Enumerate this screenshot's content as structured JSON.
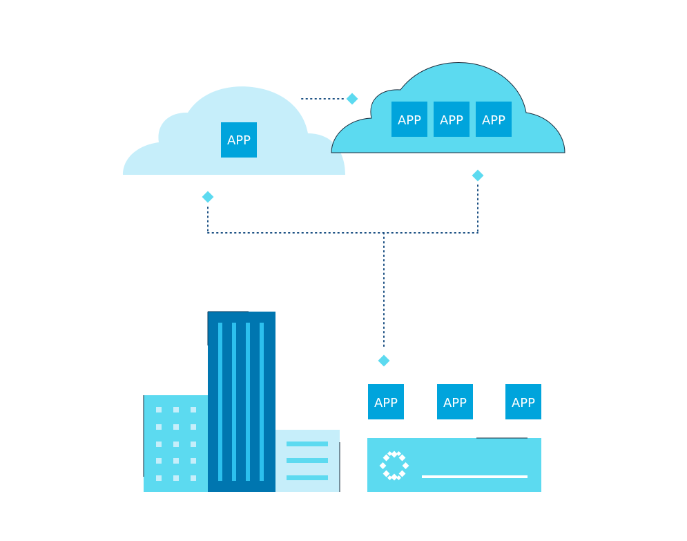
{
  "colors": {
    "cloud_light": "#c6eefa",
    "cloud_bright": "#5cdaf0",
    "app_box": "#00a4dc",
    "app_text": "#ffffff",
    "building_dark": "#0076b0",
    "building_stripe": "#2cc0ee",
    "building_mid": "#5cdaf0",
    "building_light": "#c6eefa",
    "connector": "#1a4f82",
    "diamond": "#5cdaf0",
    "server": "#5cdaf0"
  },
  "icons": {
    "server_logo": "gear-ring-icon"
  },
  "cloud_left": {
    "apps": [
      "APP"
    ]
  },
  "cloud_right": {
    "apps": [
      "APP",
      "APP",
      "APP"
    ]
  },
  "onprem": {
    "apps": [
      "APP",
      "APP",
      "APP"
    ]
  }
}
